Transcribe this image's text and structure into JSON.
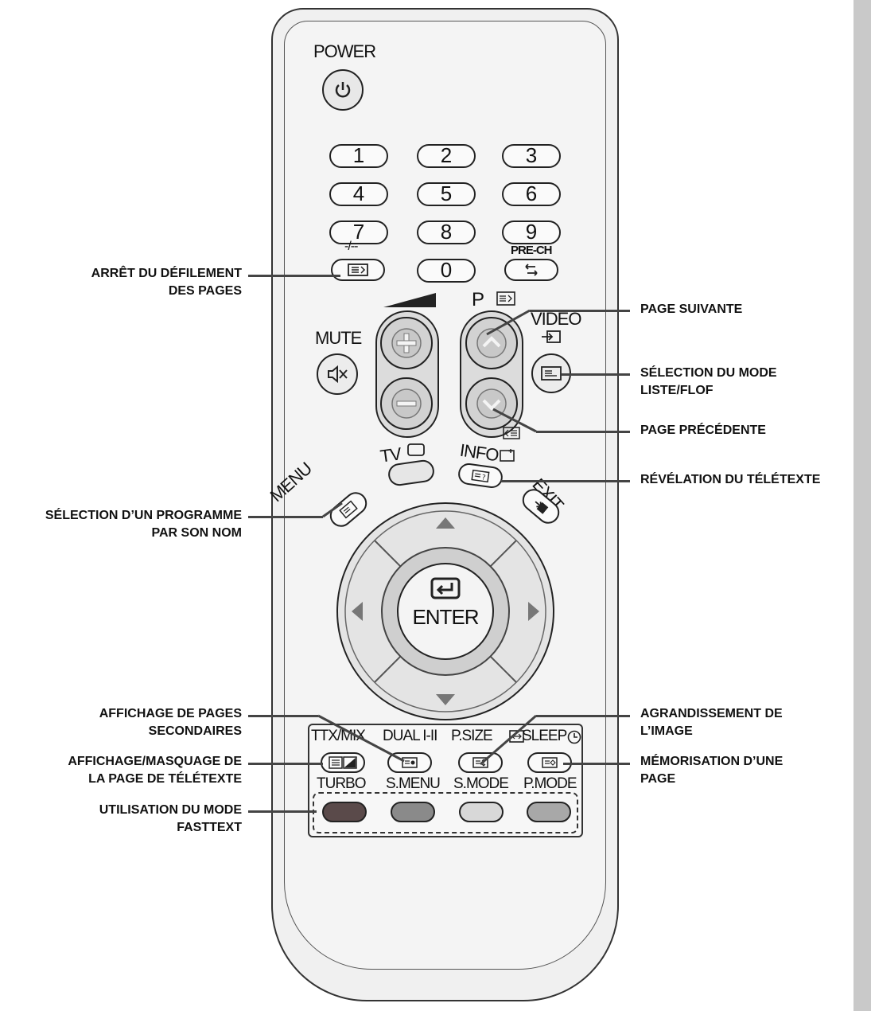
{
  "remote": {
    "power": "POWER",
    "numbers": [
      "1",
      "2",
      "3",
      "4",
      "5",
      "6",
      "7",
      "8",
      "9",
      "0"
    ],
    "dash_label": "-/--",
    "prech_label": "PRE-CH",
    "mute": "MUTE",
    "p_label": "P",
    "video": "VIDEO",
    "tv": "TV",
    "info": "INFO",
    "menu": "MENU",
    "exit": "EXIT",
    "enter": "ENTER",
    "ttx_mix": "TTX/MIX",
    "dual": "DUAL I-II",
    "psize": "P.SIZE",
    "sleep": "SLEEP",
    "turbo": "TURBO",
    "smenu": "S.MENU",
    "smode": "S.MODE",
    "pmode": "P.MODE"
  },
  "callouts": {
    "arret_1": "ARRÊT DU DÉFILEMENT",
    "arret_2": "DES PAGES",
    "page_suivante": "PAGE SUIVANTE",
    "selection_mode_1": "SÉLECTION DU MODE",
    "selection_mode_2": "LISTE/FLOF",
    "page_precedente": "PAGE PRÉCÉDENTE",
    "revelation": "RÉVÉLATION DU TÉLÉTEXTE",
    "selection_prog_1": "SÉLECTION D’UN PROGRAMME",
    "selection_prog_2": "PAR SON NOM",
    "affichage_pages_1": "AFFICHAGE DE PAGES",
    "affichage_pages_2": "SECONDAIRES",
    "agrandissement_1": "AGRANDISSEMENT DE",
    "agrandissement_2": "L’IMAGE",
    "masquage_1": "AFFICHAGE/MASQUAGE DE",
    "masquage_2": "LA PAGE DE TÉLÉTEXTE",
    "memorisation_1": "MÉMORISATION D’UNE",
    "memorisation_2": "PAGE",
    "fasttext_1": "UTILISATION DU MODE",
    "fasttext_2": "FASTTEXT"
  },
  "colors": {
    "red_key": "#5a4a4a",
    "green_key": "#8a8a8a",
    "yellow_key": "#d8d8d8",
    "blue_key": "#a8a8a8"
  }
}
